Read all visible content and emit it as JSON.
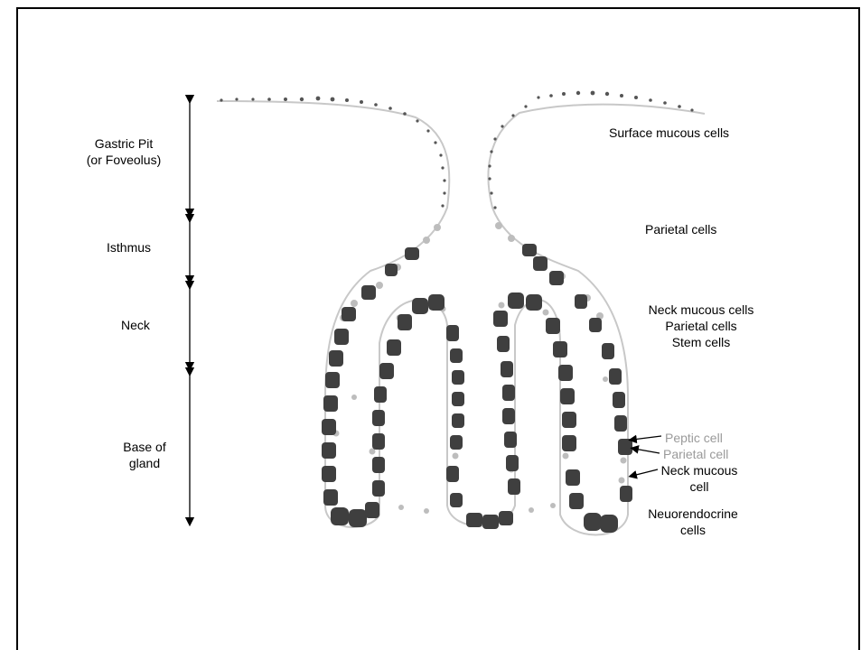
{
  "regions": [
    {
      "line1": "Gastric Pit",
      "line2": "(or Foveolus)"
    },
    {
      "line1": "Isthmus"
    },
    {
      "line1": "Neck"
    },
    {
      "line1": "Base of",
      "line2": "gland"
    }
  ],
  "cell_labels": {
    "surface": "Surface mucous cells",
    "parietal_isthmus": "Parietal cells",
    "neck_mucous": "Neck mucous cells",
    "neck_parietal": "Parietal cells",
    "neck_stem": "Stem cells",
    "peptic": "Peptic cell",
    "parietal_base": "Parietal cell",
    "neck_mucous_base_1": "Neck mucous",
    "neck_mucous_base_2": "cell",
    "neuroendocrine_1": "Neuorendocrine",
    "neuroendocrine_2": "cells"
  },
  "colors": {
    "background": "#ffffff",
    "dark_cell": "#3f3f3f",
    "light_cell": "#bdbdbd",
    "outline": "#c8c8c8",
    "text": "#000000",
    "peptic_text": "#9a9a9a"
  }
}
